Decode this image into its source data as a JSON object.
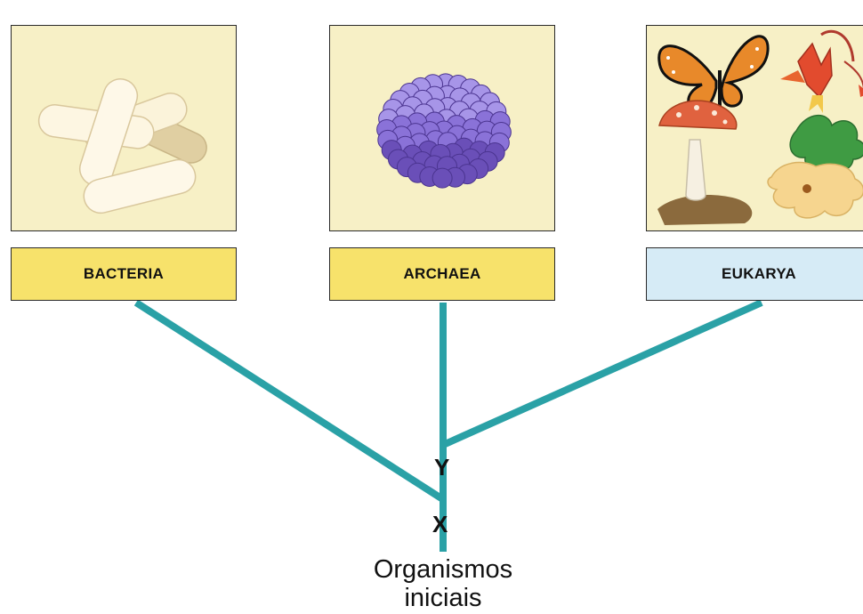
{
  "domains": {
    "bacteria": {
      "label": "BACTERIA",
      "color": "#f7e26b"
    },
    "archaea": {
      "label": "ARCHAEA",
      "color": "#f7e26b"
    },
    "eukarya": {
      "label": "EUKARYA",
      "color": "#d6ebf6"
    }
  },
  "nodes": {
    "y": "Y",
    "x": "X"
  },
  "root": {
    "line1": "Organismos",
    "line2": "iniciais"
  },
  "colors": {
    "branch": "#2aa1a6",
    "panel_bg": "#f7f0c6"
  }
}
